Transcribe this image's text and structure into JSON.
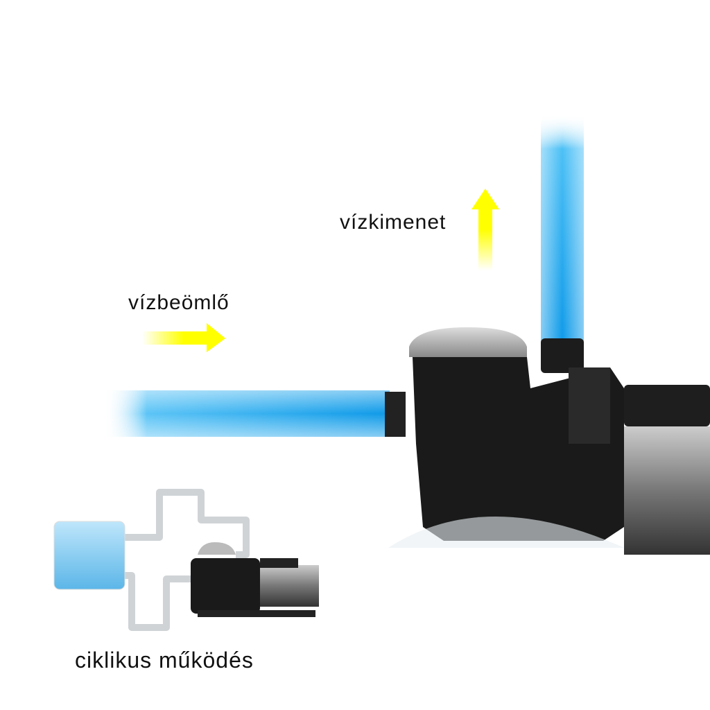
{
  "labels": {
    "outlet": "vízkimenet",
    "inlet": "vízbeömlő",
    "cycle": "ciklikus működés"
  },
  "colors": {
    "pipe_water": "#1aa6f0",
    "arrow": "#ffff00",
    "pump_body": "#1a1a1a",
    "text": "#111111"
  }
}
